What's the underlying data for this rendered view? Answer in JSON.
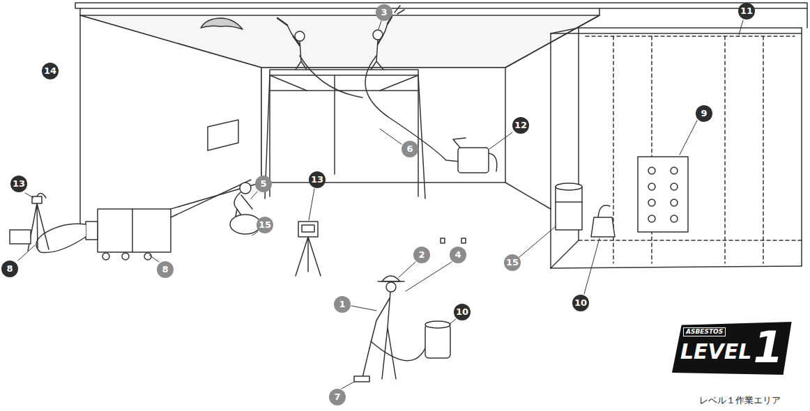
{
  "diagram": {
    "nodes": [
      {
        "text": [
          "ASBESTOS",
          "LEVEL",
          "1"
        ]
      }
    ],
    "labels": [
      "14",
      "13",
      "8",
      "8",
      "3",
      "6",
      "5",
      "15",
      "13",
      "12",
      "11",
      "9",
      "15",
      "10",
      "2",
      "4",
      "1",
      "10",
      "7",
      "レベル１作業エリア"
    ]
  }
}
